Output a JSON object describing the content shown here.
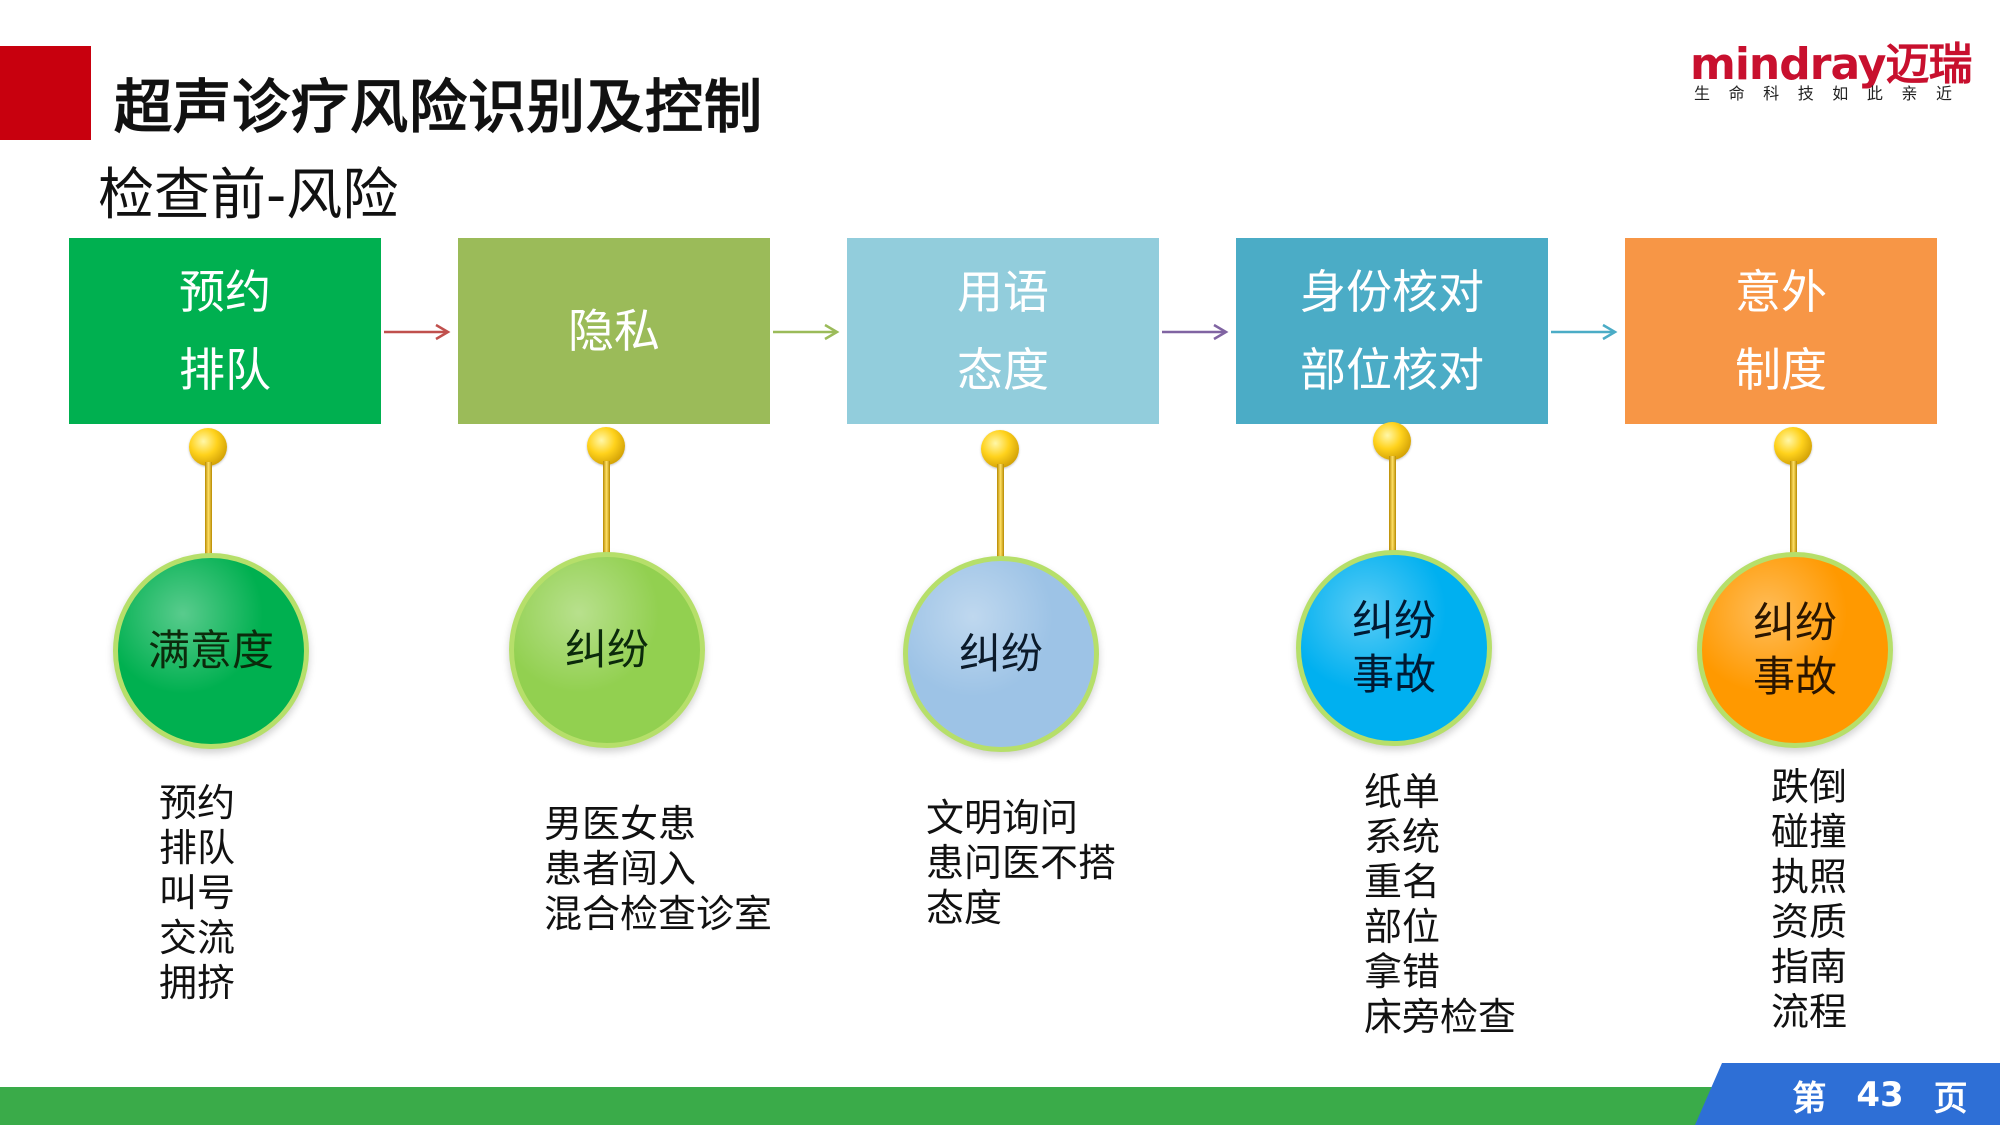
{
  "header": {
    "title": "超声诊疗风险识别及控制",
    "subtitle": "检查前-风险"
  },
  "logo": {
    "wordmark": "mindray迈瑞",
    "slogan": [
      "生",
      "命",
      "科",
      "技",
      "如",
      "此",
      "亲",
      "近"
    ]
  },
  "stages": [
    {
      "lines": [
        "预约",
        "排队"
      ],
      "color": "#00b050"
    },
    {
      "lines": [
        "隐私"
      ],
      "color": "#9bbb59"
    },
    {
      "lines": [
        "用语",
        "态度"
      ],
      "color": "#92cddc"
    },
    {
      "lines": [
        "身份核对",
        "部位核对"
      ],
      "color": "#4bacc6"
    },
    {
      "lines": [
        "意外",
        "制度"
      ],
      "color": "#f79646"
    }
  ],
  "connector_colors": [
    "#c0504d",
    "#9bbb59",
    "#8064a2",
    "#4bacc6"
  ],
  "risks": [
    {
      "lines": [
        "满意度"
      ],
      "fill": "#00b050",
      "text_color": "#0b2a0b"
    },
    {
      "lines": [
        "纠纷"
      ],
      "fill": "#92d050",
      "text_color": "#0b2a0b"
    },
    {
      "lines": [
        "纠纷"
      ],
      "fill": "#9dc3e6",
      "text_color": "#0b1a2a"
    },
    {
      "lines": [
        "纠纷",
        "事故"
      ],
      "fill": "#00b0f0",
      "text_color": "#001a33"
    },
    {
      "lines": [
        "纠纷",
        "事故"
      ],
      "fill": "#ff9900",
      "text_color": "#2a1500"
    }
  ],
  "details": [
    [
      "预约",
      "排队",
      "叫号",
      "交流",
      "拥挤"
    ],
    [
      "男医女患",
      "患者闯入",
      "混合检查诊室"
    ],
    [
      "文明询问",
      "患问医不搭",
      "态度"
    ],
    [
      "纸单",
      "系统",
      "重名",
      "部位",
      "拿错",
      "床旁检查"
    ],
    [
      "跌倒",
      "碰撞",
      "执照",
      "资质",
      "指南",
      "流程"
    ]
  ],
  "footer": {
    "page_prefix": "第",
    "page_number": "43",
    "page_suffix": "页",
    "bar_color": "#3aab49",
    "tab_color": "#2e6fd6"
  }
}
